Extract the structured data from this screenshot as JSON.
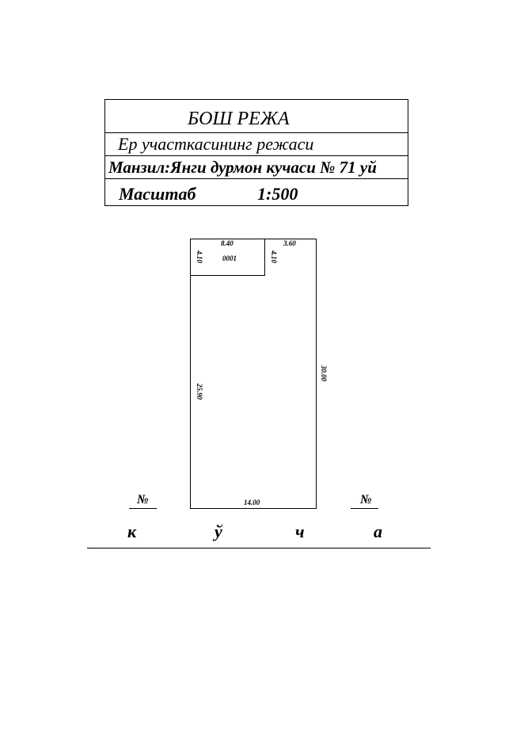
{
  "title_block": {
    "heading": "БОШ РЕЖА",
    "subtitle": "Ер участкасининг   режаси",
    "address": "Манзил:Янги дурмон кучаси № 71 уй",
    "scale_label": "Масштаб",
    "scale_value": "1:500"
  },
  "plan": {
    "building_top": "8.40",
    "top_right": "3.60",
    "building_left": "4.10",
    "building_right": "4.10",
    "building_id": "0001",
    "left_side": "25.90",
    "right_side": "30.00",
    "bottom_side": "14.00"
  },
  "street": {
    "number_left": "№",
    "number_right": "№",
    "letters": [
      "к",
      "ў",
      "ч",
      "а"
    ]
  }
}
